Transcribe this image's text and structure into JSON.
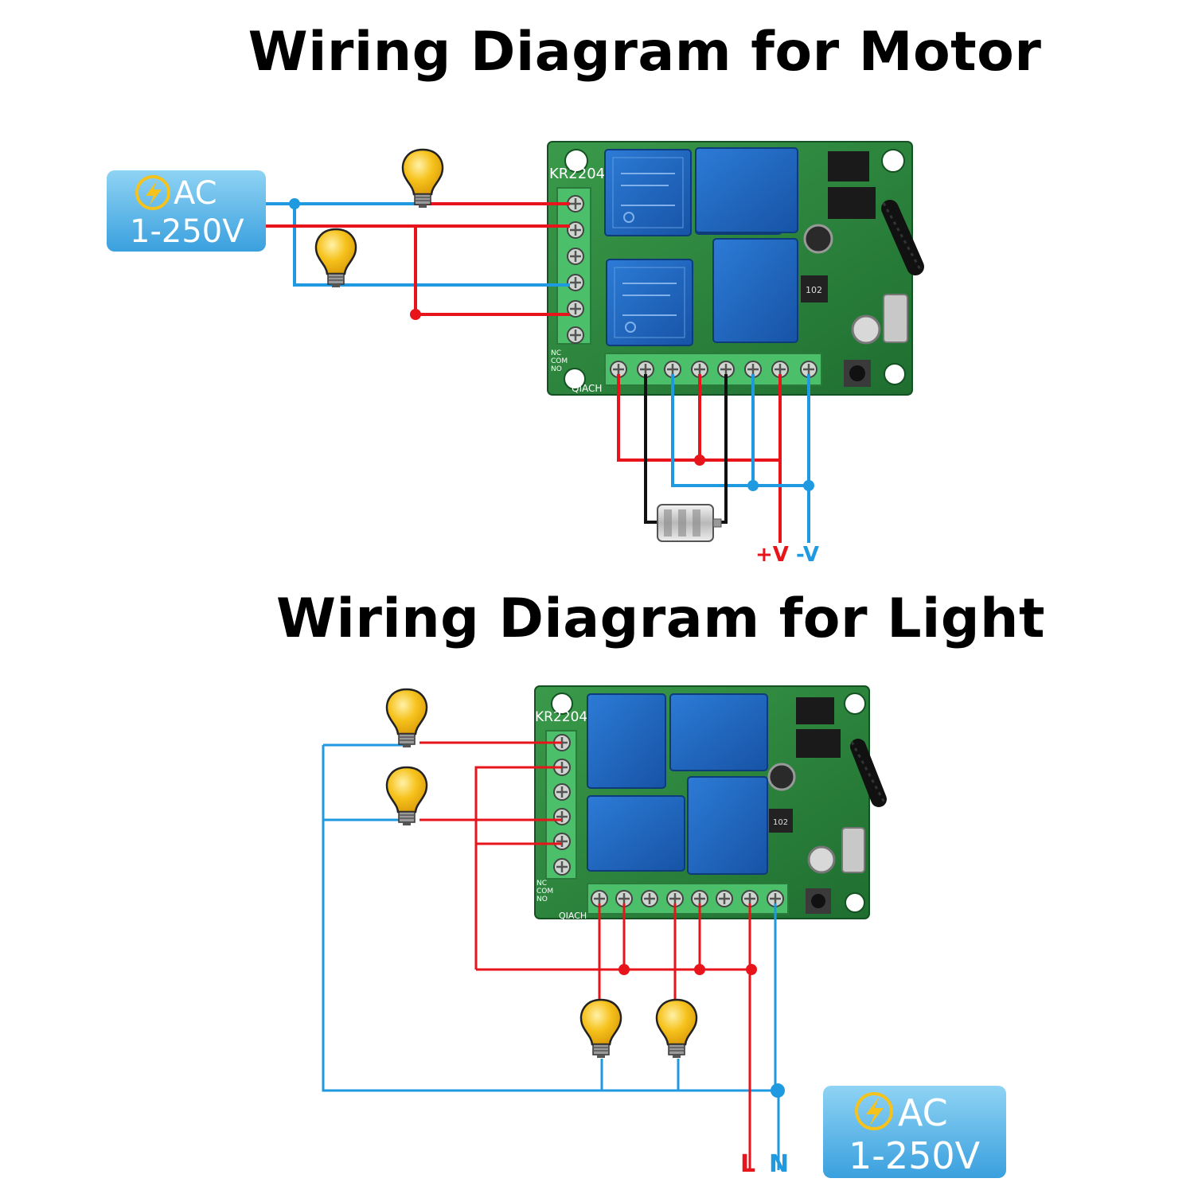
{
  "titles": {
    "motor": "Wiring Diagram for Motor",
    "light": "Wiring Diagram for Light"
  },
  "power_source": {
    "ac_label": "AC",
    "voltage_label": "1-250V",
    "icon": "lightning-bolt-icon"
  },
  "board": {
    "model_label": "KR2204",
    "side_pin_labels": [
      "NC",
      "COM",
      "NO"
    ],
    "bottom_label": "QIACH",
    "relay_chip_label": "102"
  },
  "motor_diagram": {
    "plus_v_label": "+V",
    "minus_v_label": "-V"
  },
  "light_diagram": {
    "live_label": "L",
    "neutral_label": "N"
  },
  "colors": {
    "live_wire": "#e8141b",
    "neutral_wire": "#1f9ae0",
    "motor_wire": "#111111",
    "bulb": "#f6c21c",
    "pcb": "#2e8a3e",
    "relay": "#1f63b8",
    "terminal": "#4bbf6a",
    "ac_box": "#5ab8e8"
  }
}
